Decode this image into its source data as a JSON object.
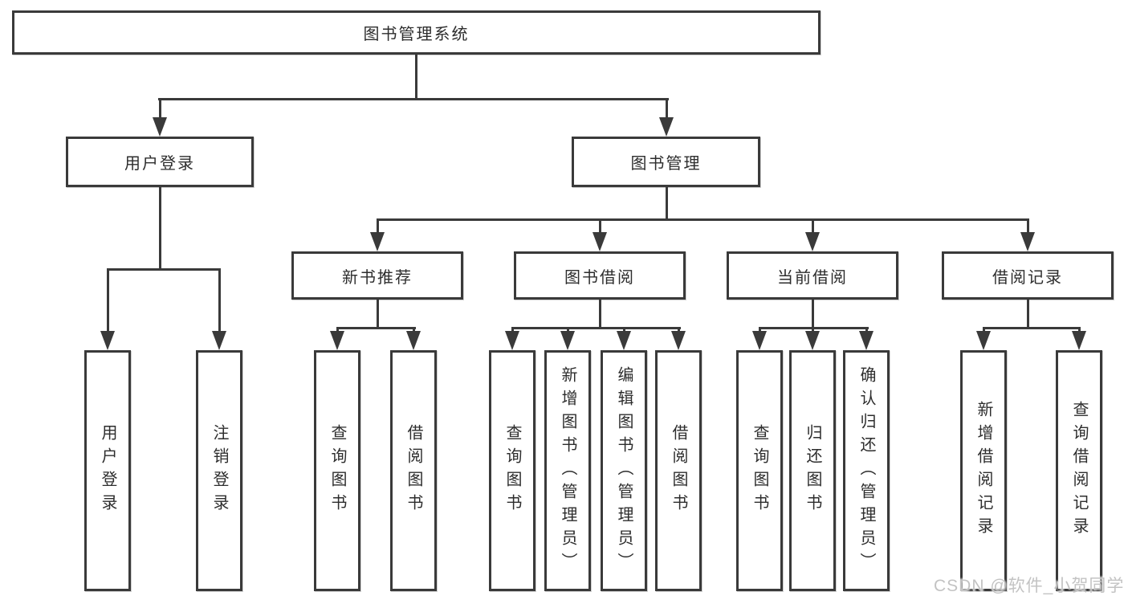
{
  "diagram": {
    "type": "hierarchy-tree",
    "colors": {
      "line": "#3a3a3a",
      "text": "#2d2d2d",
      "background": "#ffffff",
      "watermark": "#c3c3c3"
    },
    "tree": {
      "root": {
        "label": "图书管理系统"
      },
      "branches": [
        {
          "label": "用户登录",
          "children": [
            {
              "label": "用户登录"
            },
            {
              "label": "注销登录"
            }
          ]
        },
        {
          "label": "图书管理",
          "children": [
            {
              "label": "新书推荐",
              "children": [
                {
                  "label": "查询图书"
                },
                {
                  "label": "借阅图书"
                }
              ]
            },
            {
              "label": "图书借阅",
              "children": [
                {
                  "label": "查询图书"
                },
                {
                  "label": "新增图书（管理员）"
                },
                {
                  "label": "编辑图书（管理员）"
                },
                {
                  "label": "借阅图书"
                }
              ]
            },
            {
              "label": "当前借阅",
              "children": [
                {
                  "label": "查询图书"
                },
                {
                  "label": "归还图书"
                },
                {
                  "label": "确认归还（管理员）"
                }
              ]
            },
            {
              "label": "借阅记录",
              "children": [
                {
                  "label": "新增借阅记录"
                },
                {
                  "label": "查询借阅记录"
                }
              ]
            }
          ]
        }
      ]
    },
    "watermark": "CSDN @软件_小贺同学"
  }
}
